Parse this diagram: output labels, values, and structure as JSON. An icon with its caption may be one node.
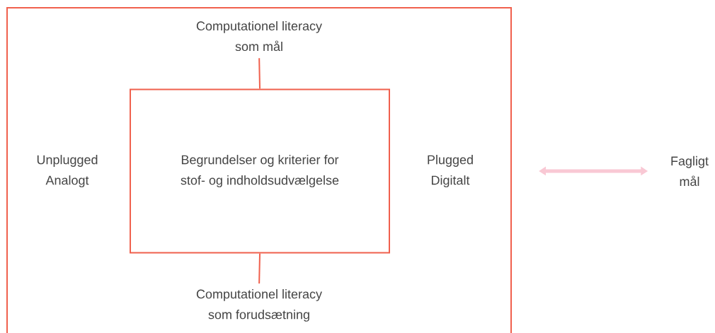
{
  "diagram": {
    "nodes": [
      {
        "text": [],
        "shape": "box"
      },
      {
        "text": [
          "Computationel literacy som mål"
        ],
        "in": 0
      },
      {
        "text": [
          "Begrundelser og kriterier for stof- og indholdsudvælgelse"
        ],
        "in": 0
      },
      {
        "text": [
          "Unplugged Analogt"
        ],
        "in": 0
      },
      {
        "text": [
          "Plugged Digitalt"
        ],
        "in": 0
      },
      {
        "text": [
          "Computationel literacy som forudsætning"
        ],
        "in": 0
      },
      {
        "text": [
          "Fagligt mål"
        ]
      }
    ],
    "edges": [
      {
        "from": 1,
        "to": 2,
        "arrow": "none"
      },
      {
        "from": 2,
        "to": 5,
        "arrow": "none"
      },
      {
        "from": 0,
        "to": 6,
        "arrow": "both",
        "style": "thick",
        "color": "#f9c8d4"
      }
    ]
  }
}
